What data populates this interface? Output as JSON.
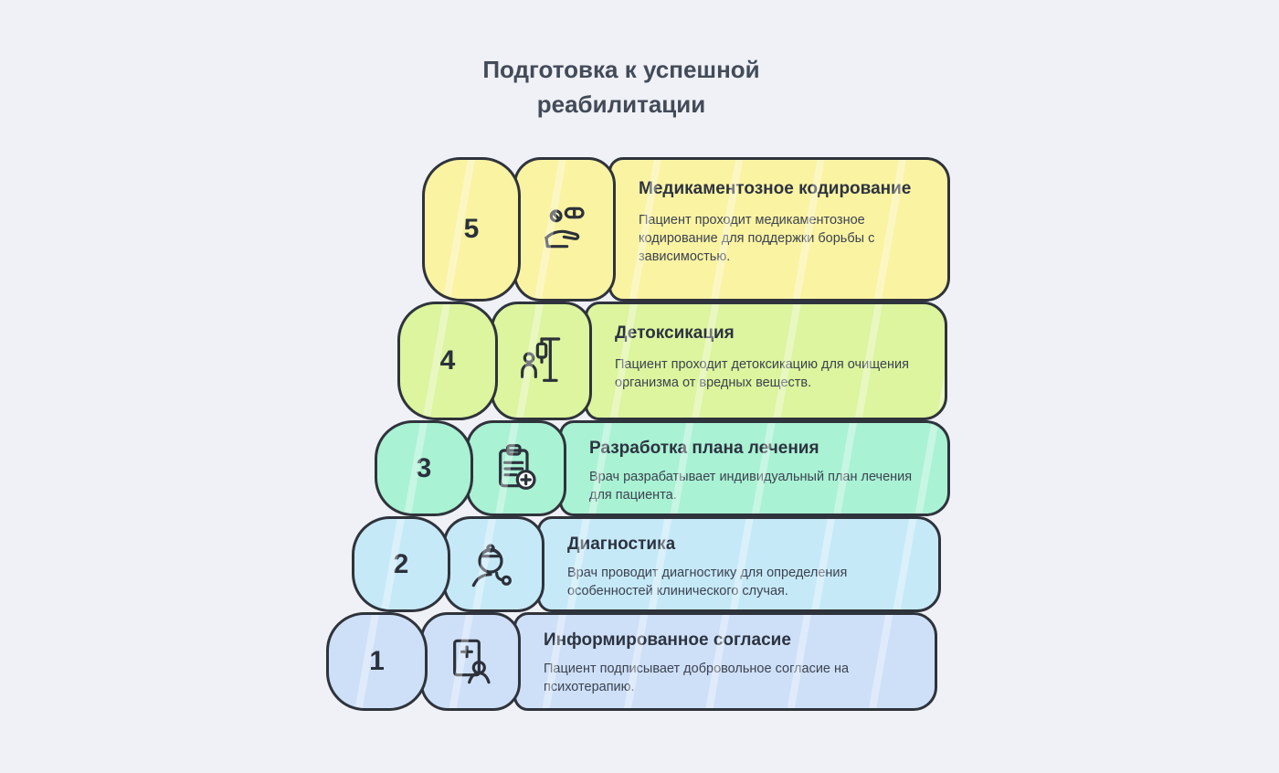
{
  "title": {
    "line1": "Подготовка к успешной",
    "line2": "реабилитации"
  },
  "colors": {
    "background": "#EFF1F6",
    "outline": "#2F333B",
    "title_text": "#434B59"
  },
  "steps": [
    {
      "number": "5",
      "title": "Медикаментозное кодирование",
      "description": "Пациент проходит медикаментозное кодирование для поддержки борьбы с зависимостью.",
      "color": "#FAF3A2",
      "icon": "pills-hand-icon"
    },
    {
      "number": "4",
      "title": "Детоксикация",
      "description": "Пациент проходит детоксикацию для очищения организма от вредных веществ.",
      "color": "#DCF59E",
      "icon": "iv-drip-icon"
    },
    {
      "number": "3",
      "title": "Разработка плана лечения",
      "description": "Врач разрабатывает индивидуальный план лечения для пациента.",
      "color": "#A9F2D4",
      "icon": "treatment-plan-icon"
    },
    {
      "number": "2",
      "title": "Диагностика",
      "description": "Врач проводит диагностику для определения особенностей клинического случая.",
      "color": "#C6E9F8",
      "icon": "doctor-diagnostics-icon"
    },
    {
      "number": "1",
      "title": "Информированное согласие",
      "description": "Пациент подписывает добровольное согласие на психотерапию.",
      "color": "#CEE0F8",
      "icon": "consent-document-icon"
    }
  ]
}
